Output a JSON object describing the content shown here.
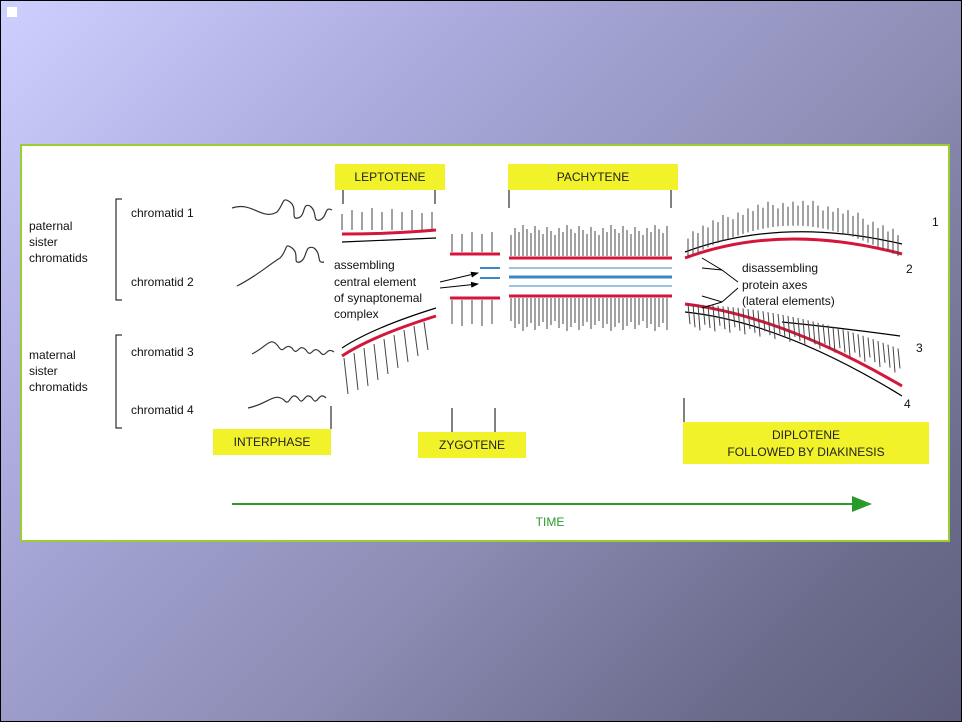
{
  "stages": {
    "leptotene": "LEPTOTENE",
    "pachytene": "PACHYTENE",
    "interphase": "INTERPHASE",
    "zygotene": "ZYGOTENE",
    "diplotene_line1": "DIPLOTENE",
    "diplotene_line2": "FOLLOWED BY DIAKINESIS"
  },
  "groups": {
    "paternal": [
      "paternal",
      "sister",
      "chromatids"
    ],
    "maternal": [
      "maternal",
      "sister",
      "chromatids"
    ]
  },
  "chromatids": [
    "chromatid 1",
    "chromatid 2",
    "chromatid 3",
    "chromatid 4"
  ],
  "annotations": {
    "assembling": [
      "assembling",
      "central element",
      "of synaptonemal",
      "complex"
    ],
    "disassembling": [
      "disassembling",
      "protein axes",
      "(lateral elements)"
    ]
  },
  "numbers": [
    "1",
    "2",
    "3",
    "4"
  ],
  "axis": {
    "time_label": "TIME"
  },
  "colors": {
    "stage_box": "#f2f22a",
    "lateral_element": "#d4163a",
    "central_element": "#3a86c8",
    "time_arrow": "#2a9b2a",
    "panel_border": "#9acd32"
  }
}
